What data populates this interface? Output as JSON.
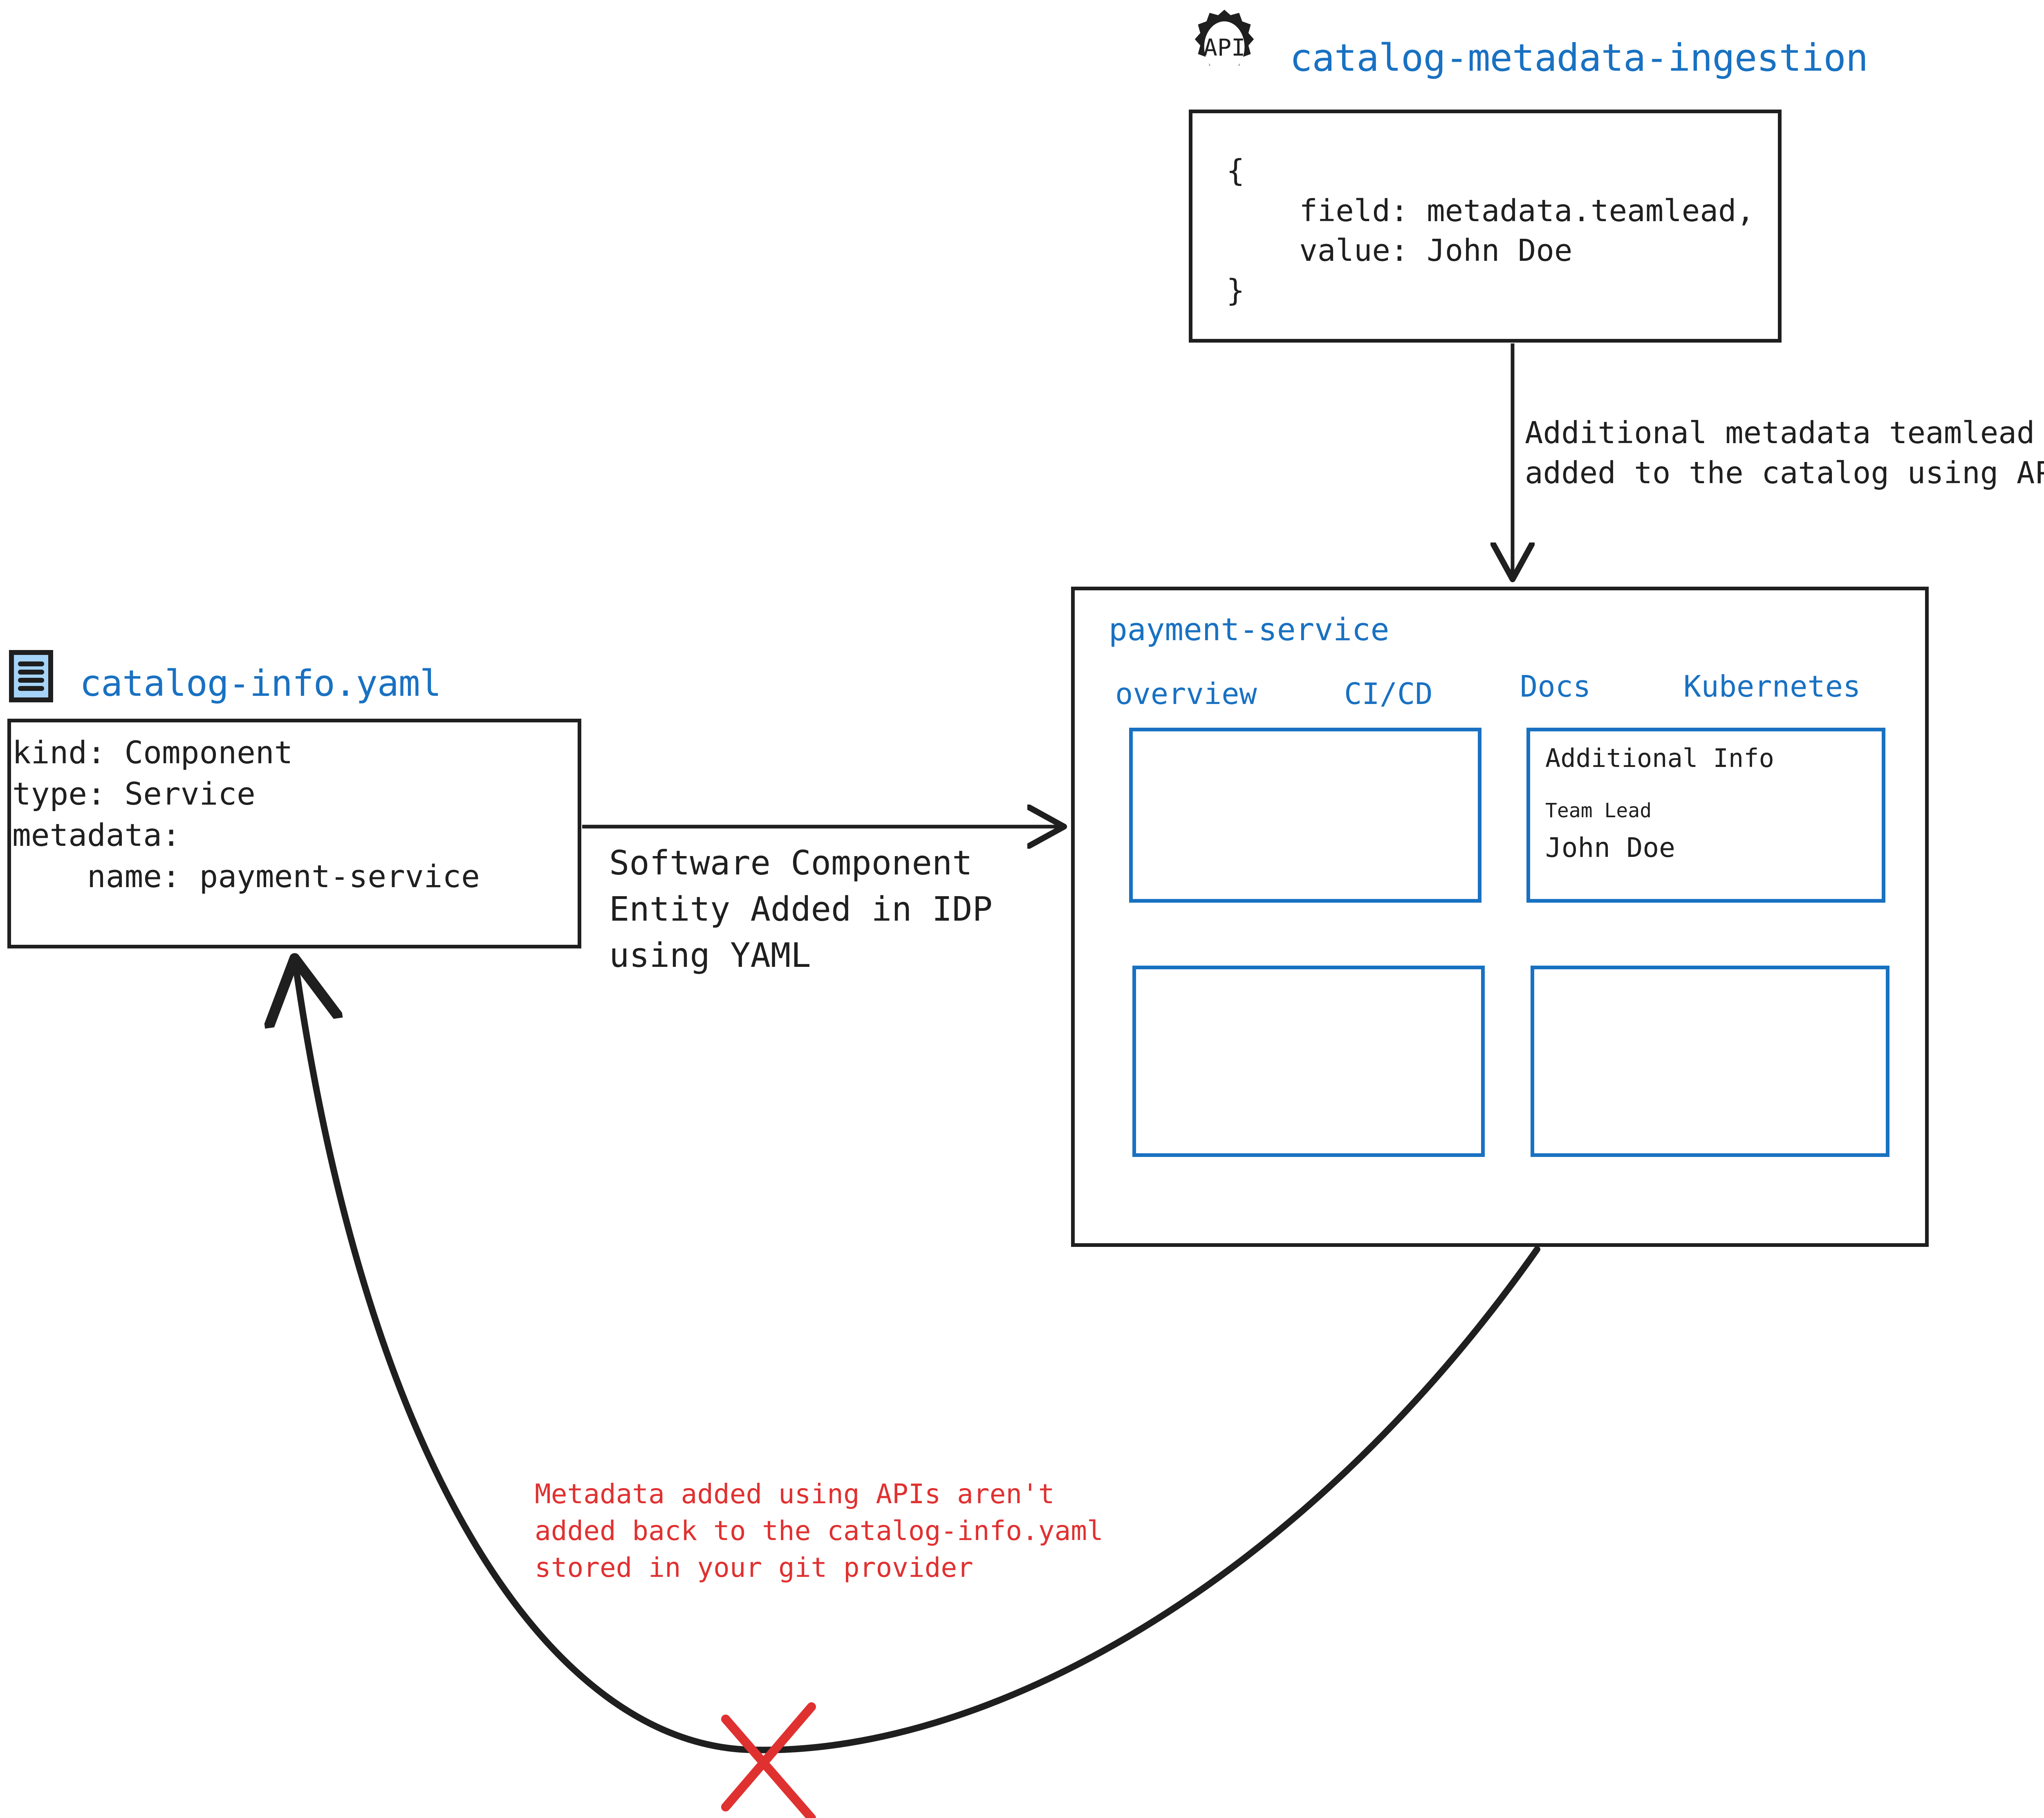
{
  "api_source": {
    "icon": "api-gear-icon",
    "icon_text": "API",
    "title": "catalog-metadata-ingestion",
    "code": "{\n    field: metadata.teamlead,\n    value: John Doe\n}"
  },
  "api_edge": {
    "label": "Additional metadata teamlead\nadded to the catalog using APIs"
  },
  "yaml_source": {
    "icon": "yaml-file-icon",
    "title": "catalog-info.yaml",
    "code": "kind: Component\ntype: Service\nmetadata:\n    name: payment-service"
  },
  "yaml_edge": {
    "label": "Software Component\nEntity Added in IDP\nusing YAML"
  },
  "service_panel": {
    "title": "payment-service",
    "tabs": [
      {
        "id": "overview",
        "label": "overview"
      },
      {
        "id": "cicd",
        "label": "CI/CD"
      },
      {
        "id": "docs",
        "label": "Docs"
      },
      {
        "id": "kubernetes",
        "label": "Kubernetes"
      }
    ],
    "widgets": {
      "additional_info": {
        "heading": "Additional Info",
        "field_label": "Team Lead",
        "field_value": "John Doe"
      }
    }
  },
  "warning_edge": {
    "note": "Metadata added using APIs aren't\nadded back to the catalog-info.yaml\nstored in your git provider",
    "blocked_marker": "red-x-icon"
  },
  "colors": {
    "accent_blue": "#1971c2",
    "warning_red": "#e03131",
    "stroke_black": "#1f1f1f",
    "icon_fill_blue": "#a5d4f8"
  }
}
